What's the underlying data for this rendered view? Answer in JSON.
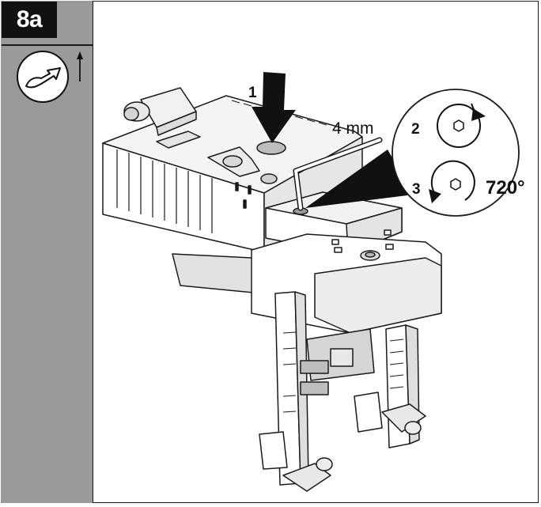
{
  "step": {
    "label": "8a"
  },
  "icons": {
    "side_icon": "manual-override-knob-icon",
    "direction_arrow": "arrow-up-icon"
  },
  "steps": {
    "one": "1",
    "two": "2",
    "three": "3"
  },
  "tool": {
    "size": "4 mm"
  },
  "rotation": {
    "angle": "720°"
  },
  "colors": {
    "sidebar": "#9a9a9a",
    "label_bg": "#111111",
    "line": "#1a1a1a",
    "body": "#ffffff"
  }
}
